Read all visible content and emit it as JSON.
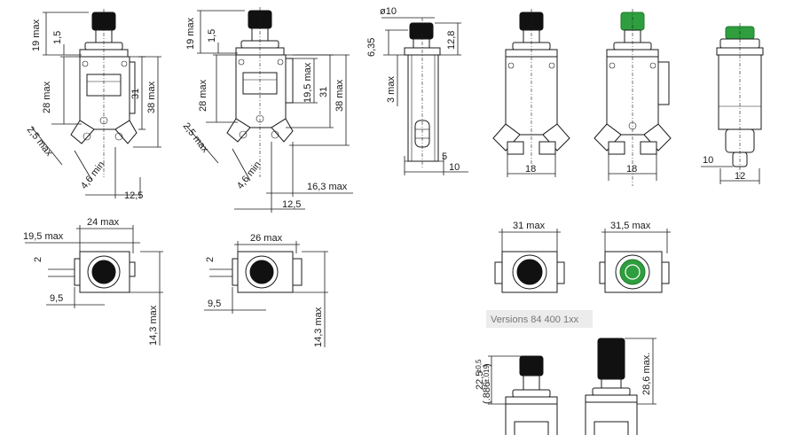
{
  "colors": {
    "line": "#1a1a1a",
    "button_black": "#111111",
    "button_green": "#2e9e3e",
    "button_green_dark": "#1f7a2c",
    "tag_bg": "#ececec",
    "tag_text": "#777777"
  },
  "views": {
    "front_1": {
      "dims": [
        "19 max",
        "1,5",
        "28 max",
        "31",
        "38 max",
        "2,5 max",
        "4,6 min",
        "12,5"
      ]
    },
    "front_2": {
      "dims": [
        "19 max",
        "1,5",
        "28 max",
        "19,5 max",
        "31",
        "38 max",
        "2,5 max",
        "4,6 min",
        "16,3 max",
        "12,5"
      ]
    },
    "side_1": {
      "dims": [
        "ø10",
        "6,35",
        "12,8",
        "3 max",
        "5",
        "10"
      ]
    },
    "front_3": {
      "dims": [
        "18"
      ]
    },
    "front_4": {
      "dims": [
        "18"
      ]
    },
    "side_2": {
      "dims": [
        "10",
        "12"
      ]
    },
    "bottom_1": {
      "dims": [
        "24 max",
        "19,5 max",
        "2",
        "9,5",
        "14,3 max"
      ]
    },
    "bottom_2": {
      "dims": [
        "26 max",
        "2",
        "9,5",
        "14,3 max"
      ]
    },
    "bottom_3": {
      "dims": [
        "31 max"
      ]
    },
    "bottom_4": {
      "dims": [
        "31,5 max"
      ]
    },
    "tall_1": {
      "dims": [
        "22,5",
        "±0,5",
        "(.886",
        "±.019",
        ")"
      ]
    },
    "tall_2": {
      "dims": [
        "28,6 max."
      ]
    }
  },
  "version_label": "Versions 84 400 1xx"
}
